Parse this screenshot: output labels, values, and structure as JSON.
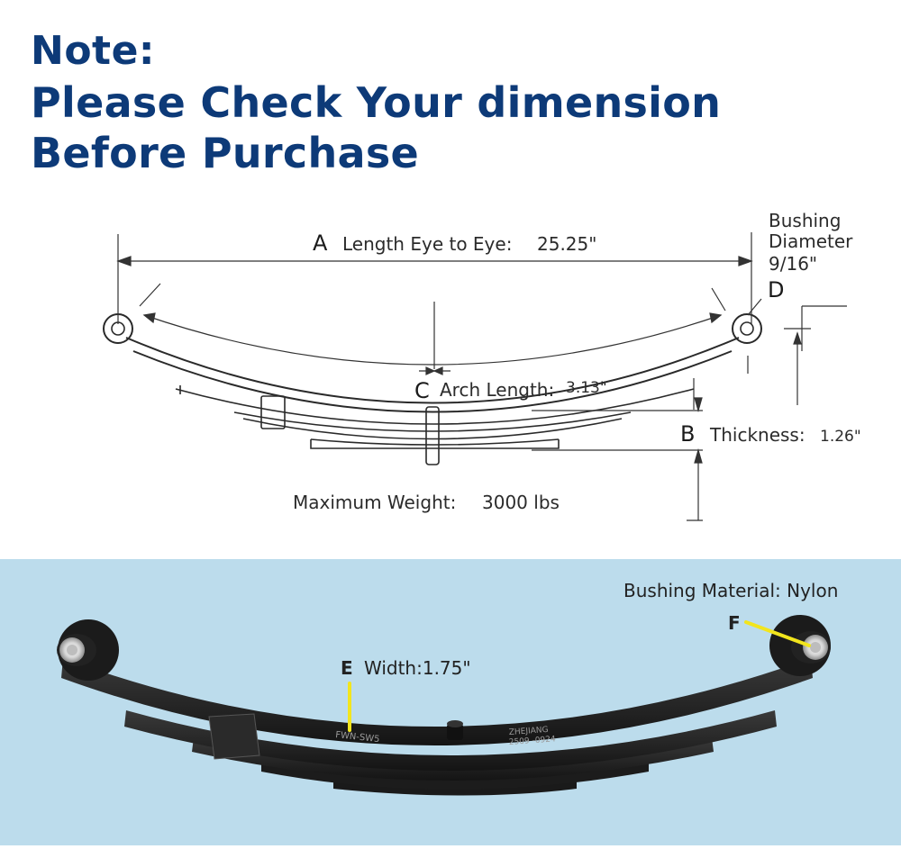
{
  "header": {
    "note": "Note:",
    "line1": "Please Check Your dimension",
    "line2": "Before Purchase"
  },
  "diagram": {
    "a_letter": "A",
    "a_text": "Length Eye to Eye:",
    "a_value": "25.25\"",
    "bushing_line1": "Bushing",
    "bushing_line2": "Diameter",
    "bushing_value": "9/16\"",
    "d_letter": "D",
    "c_letter": "C",
    "c_text": "Arch Length:",
    "c_value": "3.13\"",
    "b_letter": "B",
    "b_text": "Thickness:",
    "b_value": "1.26\"",
    "weight_text": "Maximum Weight:",
    "weight_value": "3000  lbs"
  },
  "photo": {
    "bushing_material": "Bushing Material: Nylon",
    "f_letter": "F",
    "e_letter": "E",
    "e_text": "Width:1.75\"",
    "stamp1": "FWN-SW5",
    "stamp2": "ZHEJIANG",
    "stamp3": "2509 -0924"
  },
  "colors": {
    "title": "#0d3a78",
    "panel_bg": "#bcdcec",
    "leader": "#f2e51d",
    "spring": "#1f1f1f"
  }
}
